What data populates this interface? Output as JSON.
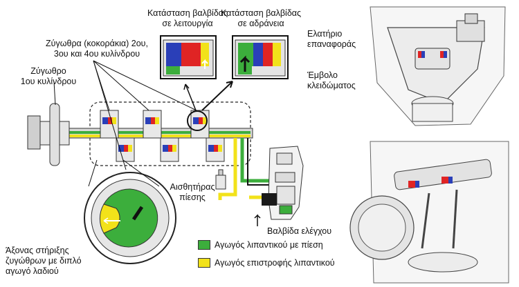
{
  "labels": {
    "valve_active_1": "Κατάσταση βαλβίδας",
    "valve_active_2": "σε λειτουργία",
    "valve_idle_1": "Κατάσταση βαλβίδας",
    "valve_idle_2": "σε αδράνεια",
    "rockers_1": "Ζύγωθρα (κοκοράκια) 2ου,",
    "rockers_2": "3ου και 4ου κυλίνδρου",
    "rocker1_1": "Ζύγωθρο",
    "rocker1_2": "1ου κυλίνδρου",
    "return_spring_1": "Ελατήριο",
    "return_spring_2": "επαναφοράς",
    "lock_piston_1": "Έμβολο",
    "lock_piston_2": "κλειδώματος",
    "pressure_sensor_1": "Αισθητήρας",
    "pressure_sensor_2": "πίεσης",
    "control_valve": "Βαλβίδα ελέγχου",
    "shaft_1": "Άξονας στήριξης",
    "shaft_2": "ζυγώθρων με διπλό",
    "shaft_3": "αγωγό λαδιού"
  },
  "legend": [
    {
      "label": "Αγωγός λιπαντικού με πίεση",
      "color": "#3cae3c"
    },
    {
      "label": "Αγωγός επιστροφής λιπαντικού",
      "color": "#f2e21a"
    }
  ],
  "colors": {
    "pressure_green": "#3cae3c",
    "return_yellow": "#f2e21a",
    "piston_red": "#e02424",
    "piston_blue": "#2a3fb8"
  }
}
